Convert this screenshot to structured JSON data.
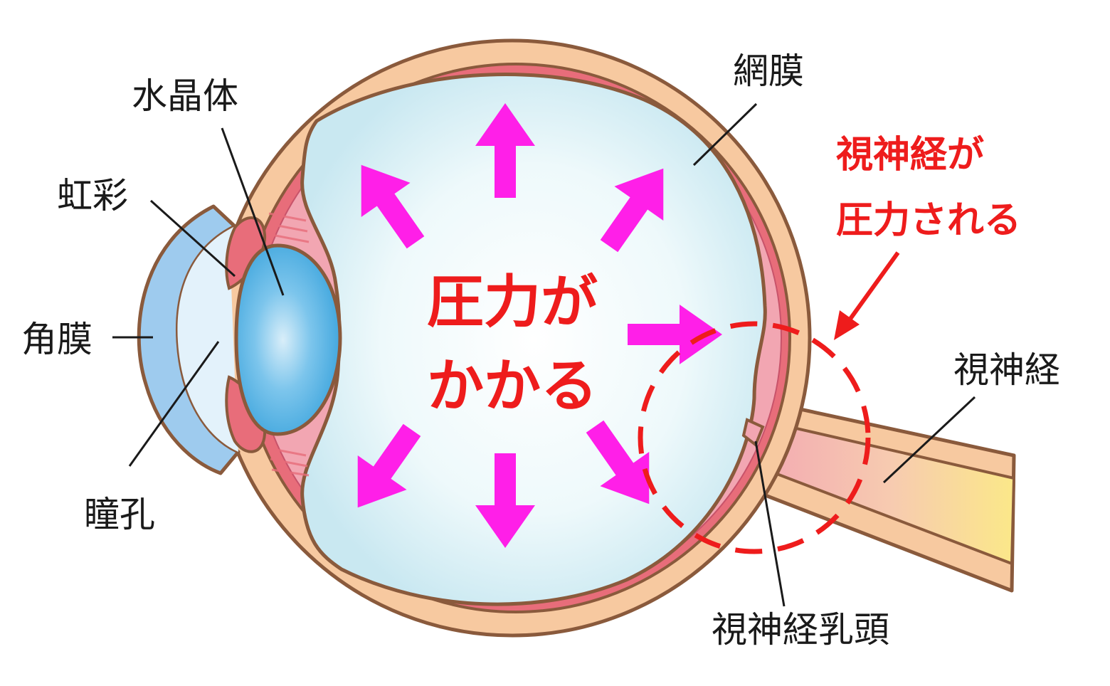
{
  "labels": {
    "lens": "水晶体",
    "iris": "虹彩",
    "cornea": "角膜",
    "pupil": "瞳孔",
    "retina": "網膜",
    "optic_nerve": "視神経",
    "optic_disc": "視神経乳頭"
  },
  "callouts": {
    "pressure_line1": "圧力が",
    "pressure_line2": "かかる",
    "nerve_line1": "視神経が",
    "nerve_line2": "圧力される"
  },
  "colors": {
    "sclera": "#f7c9a0",
    "outline": "#8a5a3c",
    "choroid": "#e86d7a",
    "retina": "#f2a6b2",
    "vitreous": "#dff3f8",
    "lens": "#4aaee0",
    "cornea": "#9ecbee",
    "arrow": "#ff1fe8",
    "warning": "#ee1c1c",
    "nerve_core": "#fbe889"
  },
  "icons": {
    "pressure_arrows": "arrow-icon",
    "callout_arrow": "arrow-icon"
  }
}
